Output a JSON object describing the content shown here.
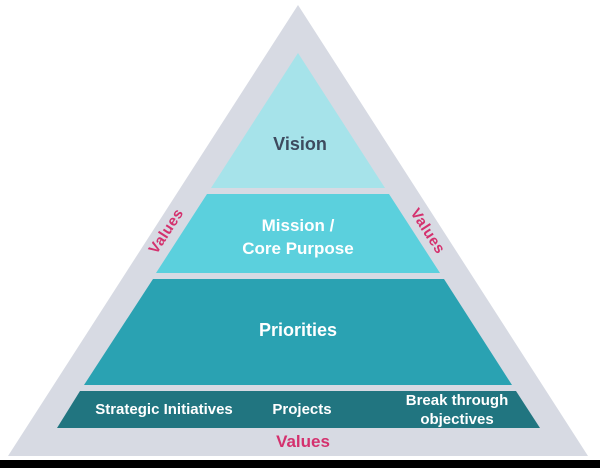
{
  "diagram": {
    "levels": {
      "vision": {
        "label": "Vision",
        "color": "#a6e3ea"
      },
      "mission": {
        "line1": "Mission /",
        "line2": "Core Purpose",
        "color": "#5bd0dd"
      },
      "priorities": {
        "label": "Priorities",
        "color": "#2aa2b2"
      },
      "foundation": {
        "color": "#217580",
        "strategic_initiatives": "Strategic Initiatives",
        "projects": "Projects",
        "breakthrough_line1": "Break through",
        "breakthrough_line2": "objectives"
      }
    },
    "values": {
      "label": "Values",
      "color": "#d4316e"
    },
    "colors": {
      "border": "#d7dae3",
      "vision_text": "#3d4a5e",
      "layer_text": "#ffffff",
      "bottom_bar": "#000000"
    }
  }
}
